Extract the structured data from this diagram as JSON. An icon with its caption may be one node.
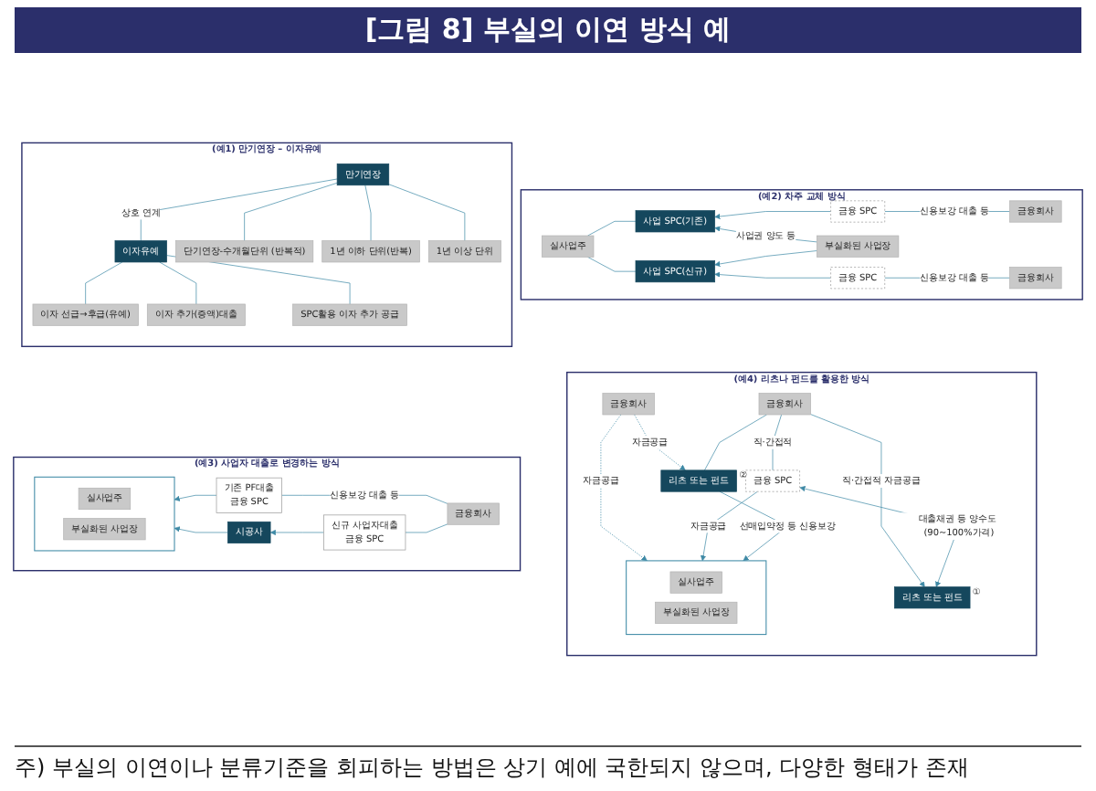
{
  "diagram": {
    "title": "[그림 8] 부실의 이연 방식 예",
    "caption": "주) 부실의 이연이나 분류기준을 회피하는 방법은 상기 예에 국한되지 않으며, 다양한 형태가 존재",
    "nodes": [
      {
        "text": [
          "(예1) 만기연장 – 이자유예"
        ]
      },
      {
        "text": [
          "만기연장"
        ],
        "in": 0
      },
      {
        "text": [
          "이자유예"
        ],
        "in": 0
      },
      {
        "text": [
          "단기연장-수개월단위 (반복적)"
        ],
        "in": 0
      },
      {
        "text": [
          "1년 이하 단위(반복)"
        ],
        "in": 0
      },
      {
        "text": [
          "1년 이상 단위"
        ],
        "in": 0
      },
      {
        "text": [
          "이자 선급→후급(유예)"
        ],
        "in": 0
      },
      {
        "text": [
          "이자 추가(증액)대출"
        ],
        "in": 0
      },
      {
        "text": [
          "SPC활용 이자 추가 공급"
        ],
        "in": 0
      },
      {
        "text": [
          "(예2) 차주 교체 방식"
        ]
      },
      {
        "text": [
          "실사업주"
        ],
        "in": 9
      },
      {
        "text": [
          "사업 SPC(기존)"
        ],
        "in": 9
      },
      {
        "text": [
          "금융 SPC"
        ],
        "in": 9
      },
      {
        "text": [
          "금융회사"
        ],
        "in": 9
      },
      {
        "text": [
          "부실화된 사업장"
        ],
        "in": 9
      },
      {
        "text": [
          "사업 SPC(신규)"
        ],
        "in": 9
      },
      {
        "text": [
          "금융 SPC"
        ],
        "in": 9
      },
      {
        "text": [
          "금융회사"
        ],
        "in": 9
      },
      {
        "text": [
          "(예3) 사업자 대출로 변경하는 방식"
        ]
      },
      {
        "text": [],
        "shape": "box",
        "in": 18
      },
      {
        "text": [
          "실사업주"
        ],
        "in": 19
      },
      {
        "text": [
          "부실화된 사업장"
        ],
        "in": 19
      },
      {
        "text": [
          "기존 PF대출",
          "금융 SPC"
        ],
        "in": 18
      },
      {
        "text": [
          "금융회사"
        ],
        "in": 18
      },
      {
        "text": [
          "시공사"
        ],
        "in": 18
      },
      {
        "text": [
          "신규 사업자대출",
          "금융 SPC"
        ],
        "in": 18
      },
      {
        "text": [
          "(예4) 리츠나 펀드를 활용한 방식"
        ]
      },
      {
        "text": [
          "리츠 또는 펀드"
        ],
        "beside": [
          "②"
        ],
        "in": 26
      },
      {
        "text": [
          "금융회사"
        ],
        "in": 26
      },
      {
        "text": [
          "금융 SPC"
        ],
        "in": 26
      },
      {
        "text": [],
        "shape": "box",
        "in": 26
      },
      {
        "text": [
          "실사업주"
        ],
        "in": 30
      },
      {
        "text": [
          "부실화된 사업장"
        ],
        "in": 30
      },
      {
        "text": [
          "금융회사"
        ],
        "in": 26
      },
      {
        "text": [
          "리츠 또는 펀드"
        ],
        "beside": [
          "①"
        ],
        "in": 26
      }
    ],
    "edges": [
      {
        "from": 1,
        "to": 2,
        "arrow": "none",
        "label": "상호 연계"
      },
      {
        "from": 1,
        "to": 3,
        "arrow": "none"
      },
      {
        "from": 1,
        "to": 4,
        "arrow": "none"
      },
      {
        "from": 1,
        "to": 5,
        "arrow": "none"
      },
      {
        "from": 2,
        "to": 6,
        "arrow": "none"
      },
      {
        "from": 2,
        "to": 7,
        "arrow": "none"
      },
      {
        "from": 2,
        "to": 8,
        "arrow": "none"
      },
      {
        "from": 11,
        "to": 10,
        "arrow": "none"
      },
      {
        "from": 15,
        "to": 10,
        "arrow": "none"
      },
      {
        "from": 12,
        "to": 11,
        "arrow": "to"
      },
      {
        "from": 13,
        "to": 12,
        "arrow": "none",
        "label": "신용보강 대출 등"
      },
      {
        "from": 14,
        "to": 11,
        "arrow": "to",
        "label": "사업권 양도 등"
      },
      {
        "from": 14,
        "to": 15,
        "arrow": "to"
      },
      {
        "from": 16,
        "to": 15,
        "arrow": "to"
      },
      {
        "from": 17,
        "to": 16,
        "arrow": "none",
        "label": "신용보강 대출 등"
      },
      {
        "from": 22,
        "to": 19,
        "arrow": "to"
      },
      {
        "from": 23,
        "to": 22,
        "arrow": "none",
        "label": "신용보강 대출 등"
      },
      {
        "from": 23,
        "to": 25,
        "arrow": "none"
      },
      {
        "from": 25,
        "to": 24,
        "arrow": "to"
      },
      {
        "from": 24,
        "to": 19,
        "arrow": "to"
      },
      {
        "from": 28,
        "to": 27,
        "arrow": "none"
      },
      {
        "from": 27,
        "to": 30,
        "arrow": "to",
        "label": "선매입약정 등 신용보강"
      },
      {
        "from": 33,
        "to": 27,
        "arrow": "to",
        "style": "dashed",
        "label": "자금공급"
      },
      {
        "from": 28,
        "to": 29,
        "arrow": "none",
        "label": "직·간접적"
      },
      {
        "from": 29,
        "to": 30,
        "arrow": "to",
        "label": "자금공급"
      },
      {
        "from": 33,
        "to": 30,
        "arrow": "to",
        "style": "dashed",
        "label": "자금공급"
      },
      {
        "from": 29,
        "to": 34,
        "arrow": "both",
        "label": "대출채권 등 양수도 (90~100%가격)"
      },
      {
        "from": 28,
        "to": 34,
        "arrow": "to",
        "label": "직·간접적 자금공급"
      }
    ]
  }
}
